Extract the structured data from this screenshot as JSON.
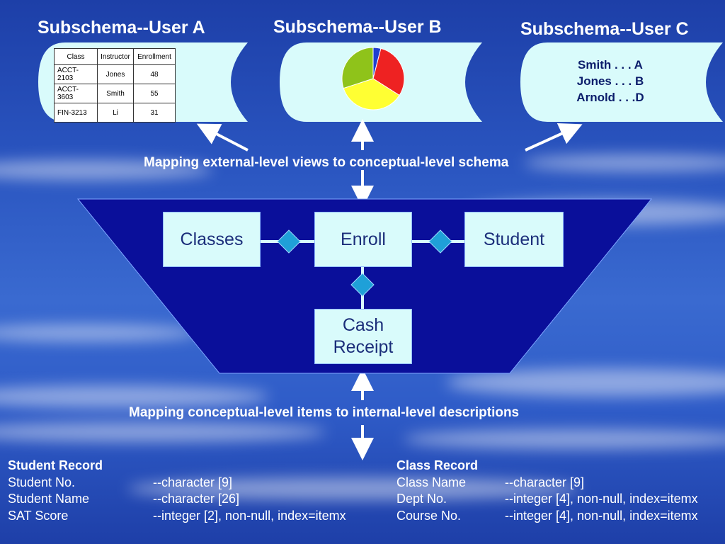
{
  "titles": {
    "user_a": "Subschema--User A",
    "user_b": "Subschema--User B",
    "user_c": "Subschema--User C"
  },
  "user_a_table": {
    "headers": [
      "Class",
      "Instructor",
      "Enrollment"
    ],
    "rows": [
      [
        "ACCT-2103",
        "Jones",
        "48"
      ],
      [
        "ACCT-3603",
        "Smith",
        "55"
      ],
      [
        "FIN-3213",
        "Li",
        "31"
      ]
    ]
  },
  "user_b_pie": {
    "slices": [
      {
        "value": 4,
        "color": "#1f3fd0"
      },
      {
        "value": 30,
        "color": "#ee2222"
      },
      {
        "value": 36,
        "color": "#ffff33"
      },
      {
        "value": 30,
        "color": "#8fc31a"
      }
    ]
  },
  "user_c_list": [
    "Smith . . . A",
    "Jones . . . B",
    "Arnold . . .D"
  ],
  "captions": {
    "external_mapping": "Mapping external-level views to conceptual-level schema",
    "internal_mapping": "Mapping conceptual-level items to internal-level descriptions"
  },
  "entities": {
    "classes": "Classes",
    "enroll": "Enroll",
    "student": "Student",
    "cash_line1": "Cash",
    "cash_line2": "Receipt"
  },
  "student_record": {
    "title": "Student Record",
    "rows": [
      {
        "field": "Student No.",
        "spec": "--character [9]"
      },
      {
        "field": "Student Name",
        "spec": "--character [26]"
      },
      {
        "field": "SAT Score",
        "spec": "--integer [2], non-null, index=itemx"
      }
    ]
  },
  "class_record": {
    "title": "Class Record",
    "rows": [
      {
        "field": "Class Name",
        "spec": "--character [9]"
      },
      {
        "field": "Dept No.",
        "spec": "--integer [4], non-null, index=itemx"
      },
      {
        "field": "Course No.",
        "spec": "--integer [4], non-null, index=itemx"
      }
    ]
  },
  "colors": {
    "trapezoid": "#0a0f9a",
    "entity_fill": "#d9fbfb",
    "diamond": "#1fa0d8"
  }
}
